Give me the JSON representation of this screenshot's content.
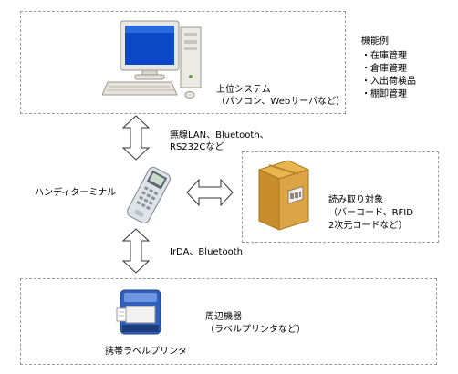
{
  "host": {
    "label_line1": "上位システム",
    "label_line2": "（パソコン、Webサーバなど）"
  },
  "features": {
    "title": "機能例",
    "items": [
      "・在庫管理",
      "・倉庫管理",
      "・入出荷検品",
      "・棚卸管理"
    ]
  },
  "comm_top": {
    "line1": "無線LAN、Bluetooth、",
    "line2": "RS232Cなど"
  },
  "handheld": {
    "label": "ハンディターミナル"
  },
  "read_target": {
    "line1": "読み取り対象",
    "line2": "（バーコード、RFID",
    "line3": "2次元コードなど）"
  },
  "comm_bottom": {
    "line1": "IrDA、Bluetooth"
  },
  "peripheral": {
    "line1": "周辺機器",
    "line2": "（ラベルプリンタなど）",
    "printer_label": "携帯ラベルプリンタ"
  }
}
